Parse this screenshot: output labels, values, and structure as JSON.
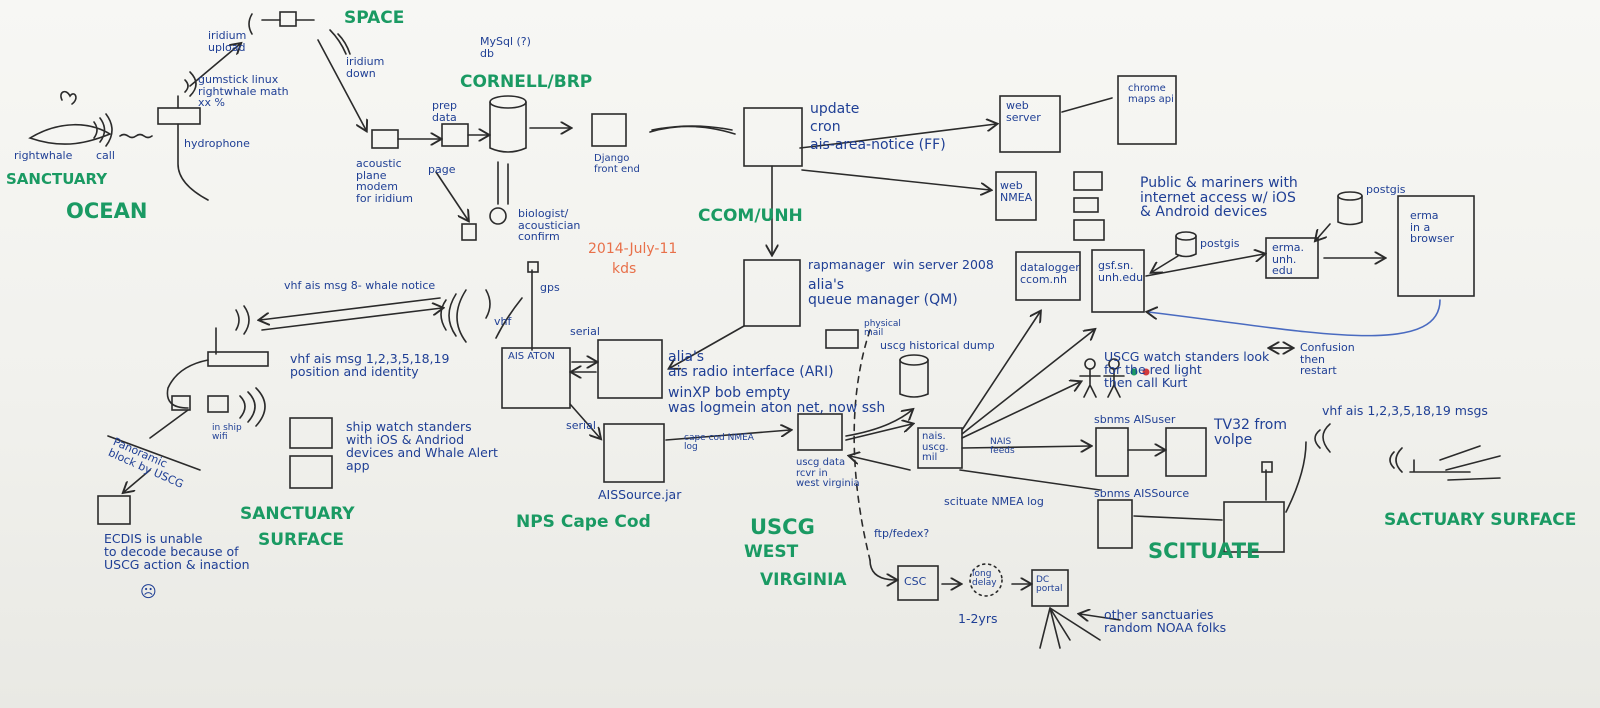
{
  "colors": {
    "board": "#f2f2ee",
    "marker_blue": "#1f3f95",
    "marker_green": "#1a9a63",
    "marker_orange": "#e8704a",
    "marker_black": "#222222"
  },
  "regions": {
    "space": "SPACE",
    "cornell": "CORNELL/BRP",
    "sanctuary_ocean_a": "SANCTUARY",
    "sanctuary_ocean_b": "OCEAN",
    "ccom": "CCOM/UNH",
    "sanctuary_surface_a": "SANCTUARY",
    "sanctuary_surface_b": "SURFACE",
    "nps": "NPS Cape Cod",
    "uscg_a": "USCG",
    "uscg_b": "WEST",
    "uscg_c": "VIRGINIA",
    "scituate": "SCITUATE",
    "sanctuary_surface_right": "SACTUARY SURFACE"
  },
  "date": "2014-July-11",
  "initials": "kds",
  "labels": {
    "rightwhale": "rightwhale",
    "call": "call",
    "iridium_upload": "iridium\nupload",
    "gumstick": "gumstick linux\nrightwhale math\nxx %",
    "hydrophone": "hydrophone",
    "iridium_down": "iridium\ndown",
    "mysql": "MySql (?)\ndb",
    "prep_data": "prep\ndata",
    "acoustic_modem": "acoustic\nplane\nmodem\nfor iridium",
    "page": "page",
    "biologist": "biologist/\nacoustician\nconfirm",
    "django": "Django\nfront end",
    "update": "update",
    "cron": "cron",
    "ais_area_notice": "ais-area-notice (FF)",
    "web_server": "web\nserver",
    "chrome": "chrome\nmaps api",
    "web_nmea": "web\nNMEA",
    "public_mariners": "Public & mariners with\ninternet access w/ iOS\n& Android devices",
    "postgis_right": "postgis",
    "postgis_mid": "postgis",
    "erma_browser": "erma\nin a\nbrowser",
    "erma_unh": "erma.\nunh.\nedu",
    "gsf_unh": "gsf.sn.\nunh.edu",
    "datalogger": "datalogger\nccom.nh",
    "vhf_whale_notice": "vhf ais msg 8- whale notice",
    "gps": "gps",
    "vhf": "vhf",
    "rapmanager": "rapmanager  win server 2008",
    "alias_qm": "alia's\nqueue manager (QM)",
    "physical_mail": "physical\nmail",
    "uscg_historical": "uscg historical dump",
    "vhf_ais_msg": "vhf ais msg 1,2,3,5,18,19\nposition and identity",
    "serial_top": "serial",
    "ais_aton": "AIS ATON",
    "alias_ari": "alia's\nais radio interface (ARI)",
    "winxp": "winXP bob empty\nwas logmein aton net, now ssh",
    "serial_bottom": "serial",
    "ship_wifi": "in ship\nwifi",
    "ship_watch": "ship watch standers\nwith iOS & Andriod\ndevices and Whale Alert\napp",
    "panoramic": "Panoramic\nblock by USCG",
    "cape_cod_nmea": "cape cod NMEA\nlog",
    "ais_source_jar": "AISSource.jar",
    "uscg_rcvr": "uscg data\nrcvr in\nwest virginia",
    "nais": "nais.\nuscg.\nmil",
    "nais_feeds": "NAIS\nfeeds",
    "uscg_watch": "USCG watch standers look\nfor the red light\nthen call Kurt",
    "confusion": "Confusion\nthen\nrestart",
    "vhf_ais_right": "vhf ais 1,2,3,5,18,19 msgs",
    "sbnms_ais_user": "sbnms AISuser",
    "tv32": "TV32 from\nvolpe",
    "scituate_nmea": "scituate NMEA log",
    "sbnms_ais_source": "sbnms AISSource",
    "ecdis": "ECDIS is unable\nto decode because of\nUSCG action & inaction",
    "ftp_fedex": "ftp/fedex?",
    "csc": "CSC",
    "long_delay": "long\ndelay",
    "one_two_yrs": "1-2yrs",
    "dc_portal": "DC\nportal",
    "other_sanctuaries": "other sanctuaries\nrandom NOAA folks",
    "sad_face": "☹"
  },
  "icons": [
    "whale-icon",
    "satellite-icon",
    "buoy-icon",
    "ship-icon",
    "database-icon",
    "stick-figure-icon",
    "phone-icon"
  ]
}
